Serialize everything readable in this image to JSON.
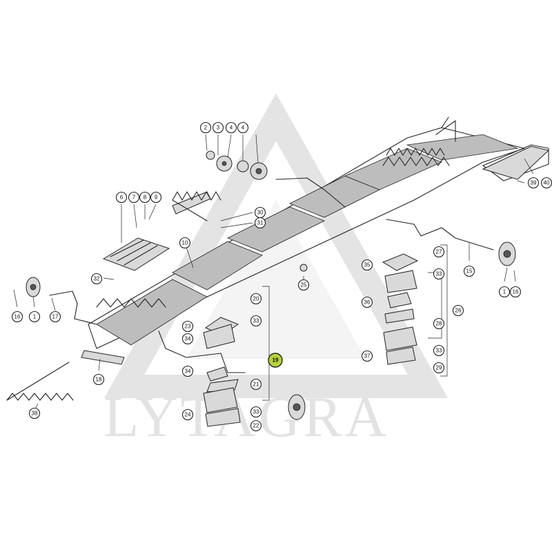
{
  "watermark": {
    "text": "LYTAGRA"
  },
  "highlight_color": "#b5d23a",
  "callouts": [
    "1",
    "1",
    "2",
    "3",
    "4",
    "4",
    "6",
    "7",
    "8",
    "9",
    "10",
    "15",
    "16",
    "16",
    "17",
    "18",
    "19",
    "20",
    "21",
    "22",
    "23",
    "24",
    "25",
    "26",
    "27",
    "28",
    "29",
    "30",
    "31",
    "32",
    "33",
    "33",
    "33",
    "33",
    "34",
    "34",
    "35",
    "36",
    "37",
    "38",
    "39",
    "40"
  ]
}
